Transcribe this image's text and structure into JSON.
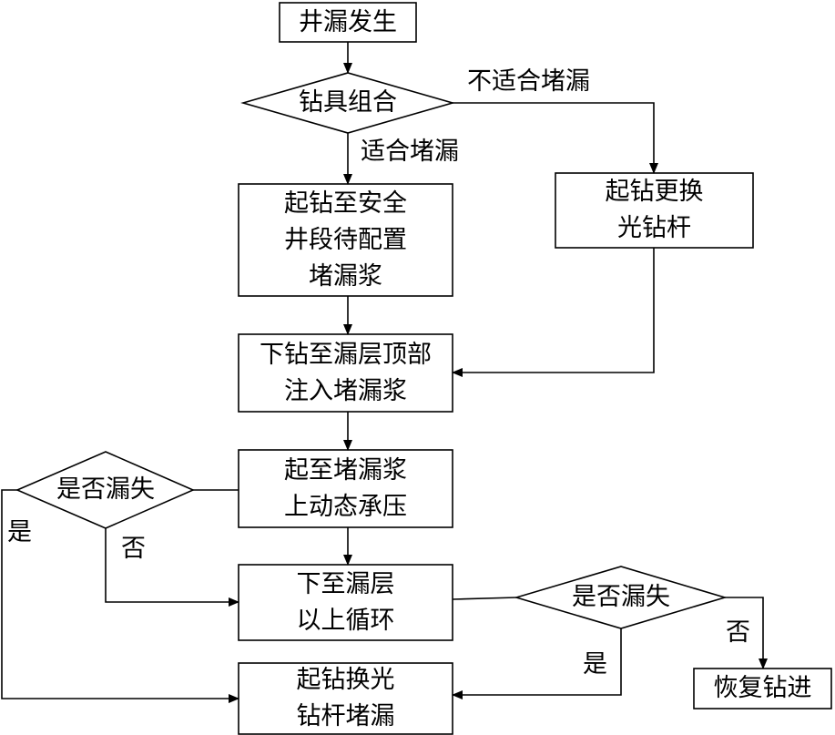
{
  "nodes": {
    "start": {
      "lines": [
        "井漏发生"
      ]
    },
    "d1": {
      "lines": [
        "钻具组合"
      ]
    },
    "a1": {
      "lines": [
        "起钻至安全",
        "井段待配置",
        "堵漏浆"
      ]
    },
    "b1": {
      "lines": [
        "起钻更换",
        "光钻杆"
      ]
    },
    "a2": {
      "lines": [
        "下钻至漏层顶部",
        "注入堵漏浆"
      ]
    },
    "a3": {
      "lines": [
        "起至堵漏浆",
        "上动态承压"
      ]
    },
    "dL": {
      "lines": [
        "是否漏失"
      ]
    },
    "a4": {
      "lines": [
        "下至漏层",
        "以上循环"
      ]
    },
    "dR": {
      "lines": [
        "是否漏失"
      ]
    },
    "a5": {
      "lines": [
        "起钻换光",
        "钻杆堵漏"
      ]
    },
    "end": {
      "lines": [
        "恢复钻进"
      ]
    }
  },
  "edge_labels": {
    "not_suitable": "不适合堵漏",
    "suitable": "适合堵漏",
    "left_yes": "是",
    "left_no": "否",
    "right_no": "否",
    "right_yes": "是"
  }
}
